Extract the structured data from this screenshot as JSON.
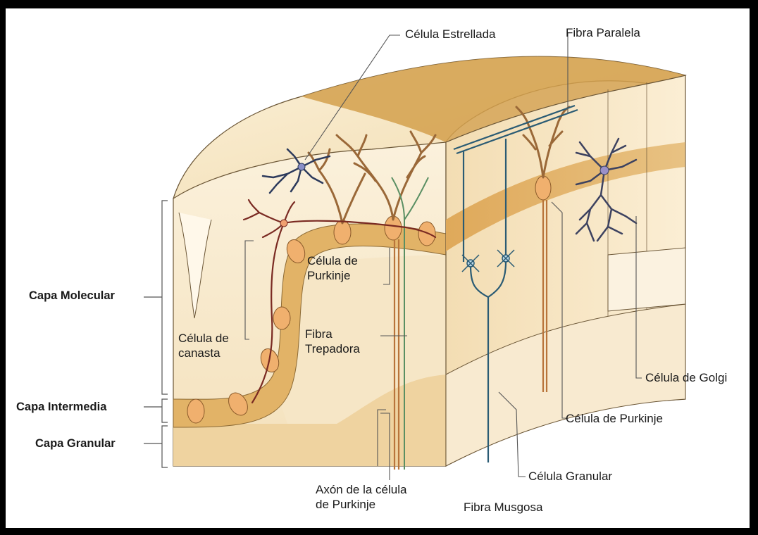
{
  "labels": {
    "celula_estrellada": "Célula Estrellada",
    "fibra_paralela": "Fibra Paralela",
    "capa_molecular": "Capa Molecular",
    "capa_intermedia": "Capa Intermedia",
    "capa_granular": "Capa Granular",
    "celula_purkinje_1": "Célula de",
    "celula_purkinje_2": "Purkinje",
    "celula_canasta_1": "Célula de",
    "celula_canasta_2": "canasta",
    "fibra_trepadora_1": "Fibra",
    "fibra_trepadora_2": "Trepadora",
    "celula_golgi": "Célula de Golgi",
    "celula_purkinje_right": "Célula de Purkinje",
    "celula_granular": "Célula Granular",
    "axon_purkinje_1": "Axón de la célula",
    "axon_purkinje_2": "de Purkinje",
    "fibra_musgosa": "Fibra Musgosa"
  },
  "colors": {
    "tissue_light": "#faefd9",
    "tissue_mid": "#f2dcb2",
    "tissue_side": "#e9c88d",
    "layer_band": "#d9a95a",
    "top_band": "#c8953f",
    "purkinje_dendrite": "#9a6838",
    "purkinje_soma": "#f2b77a",
    "basket_cell": "#7a2a22",
    "stellate_cell": "#2c3a5c",
    "golgi_cell": "#3d4260",
    "granule_fiber": "#2a5b74",
    "climbing_fiber": "#5a8f63",
    "leader_line": "#555555"
  }
}
